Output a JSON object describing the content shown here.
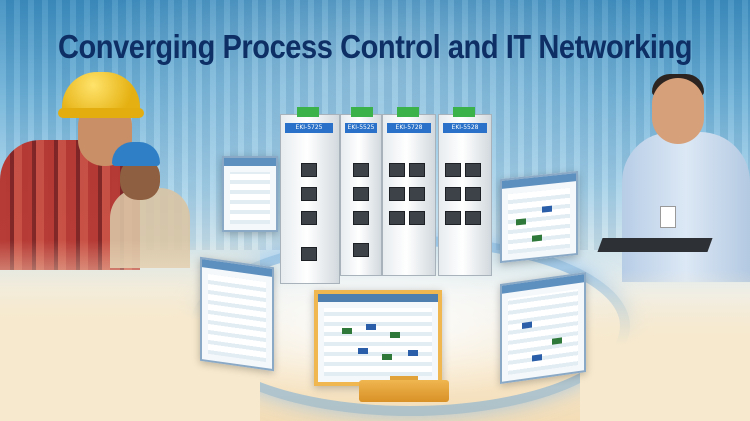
{
  "banner": {
    "title": "Converging Process Control and IT Networking"
  },
  "products": [
    {
      "model": "EKI-5725"
    },
    {
      "model": "EKI-5525"
    },
    {
      "model": "EKI-5728"
    },
    {
      "model": "EKI-5528"
    }
  ],
  "colors": {
    "title": "#0d2f66",
    "accent_blue": "#2a72c9",
    "terminal_green": "#3cb34a",
    "monitor_stand": "#e2a23a"
  }
}
